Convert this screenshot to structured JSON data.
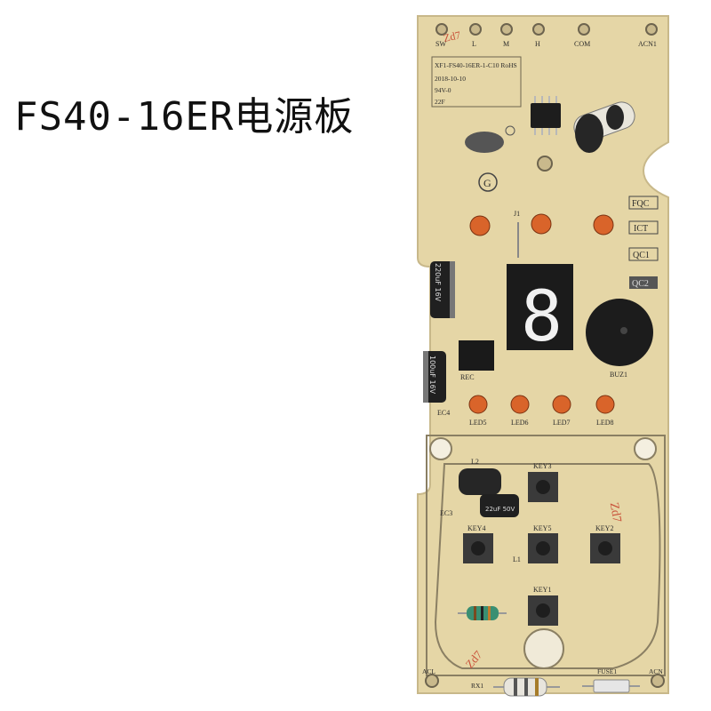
{
  "title": "FS40-16ER电源板",
  "board": {
    "top_labels": [
      "SW",
      "L",
      "M",
      "H",
      "COM",
      "ACN1"
    ],
    "part_number": "XF1-FS40-16ER-1-C10 RoHS",
    "date": "2018-10-10",
    "rating": "94V-0",
    "code": "22F",
    "function_labels": [
      "FQC",
      "ICT",
      "QC1",
      "QC2"
    ],
    "led_labels_bottom": [
      "LED5",
      "LED6",
      "LED7",
      "LED8"
    ],
    "digit": "8",
    "labels": {
      "j1": "J1",
      "rec": "REC",
      "buz": "BUZ1",
      "ec3": "EC3",
      "ec4": "EC4",
      "l1": "L1",
      "l2": "L2",
      "ac_left": "ACL",
      "ac_right": "ACN",
      "rx": "RX1",
      "fuse": "FUSE1",
      "g": "G"
    },
    "keys": [
      "KEY3",
      "KEY4",
      "KEY5",
      "KEY2",
      "KEY1"
    ],
    "capacitors": {
      "cap_220": "220uF 16V",
      "cap_100": "100uF 16V",
      "cap_22": "22uF 50V"
    },
    "stamp": "Zd7"
  }
}
